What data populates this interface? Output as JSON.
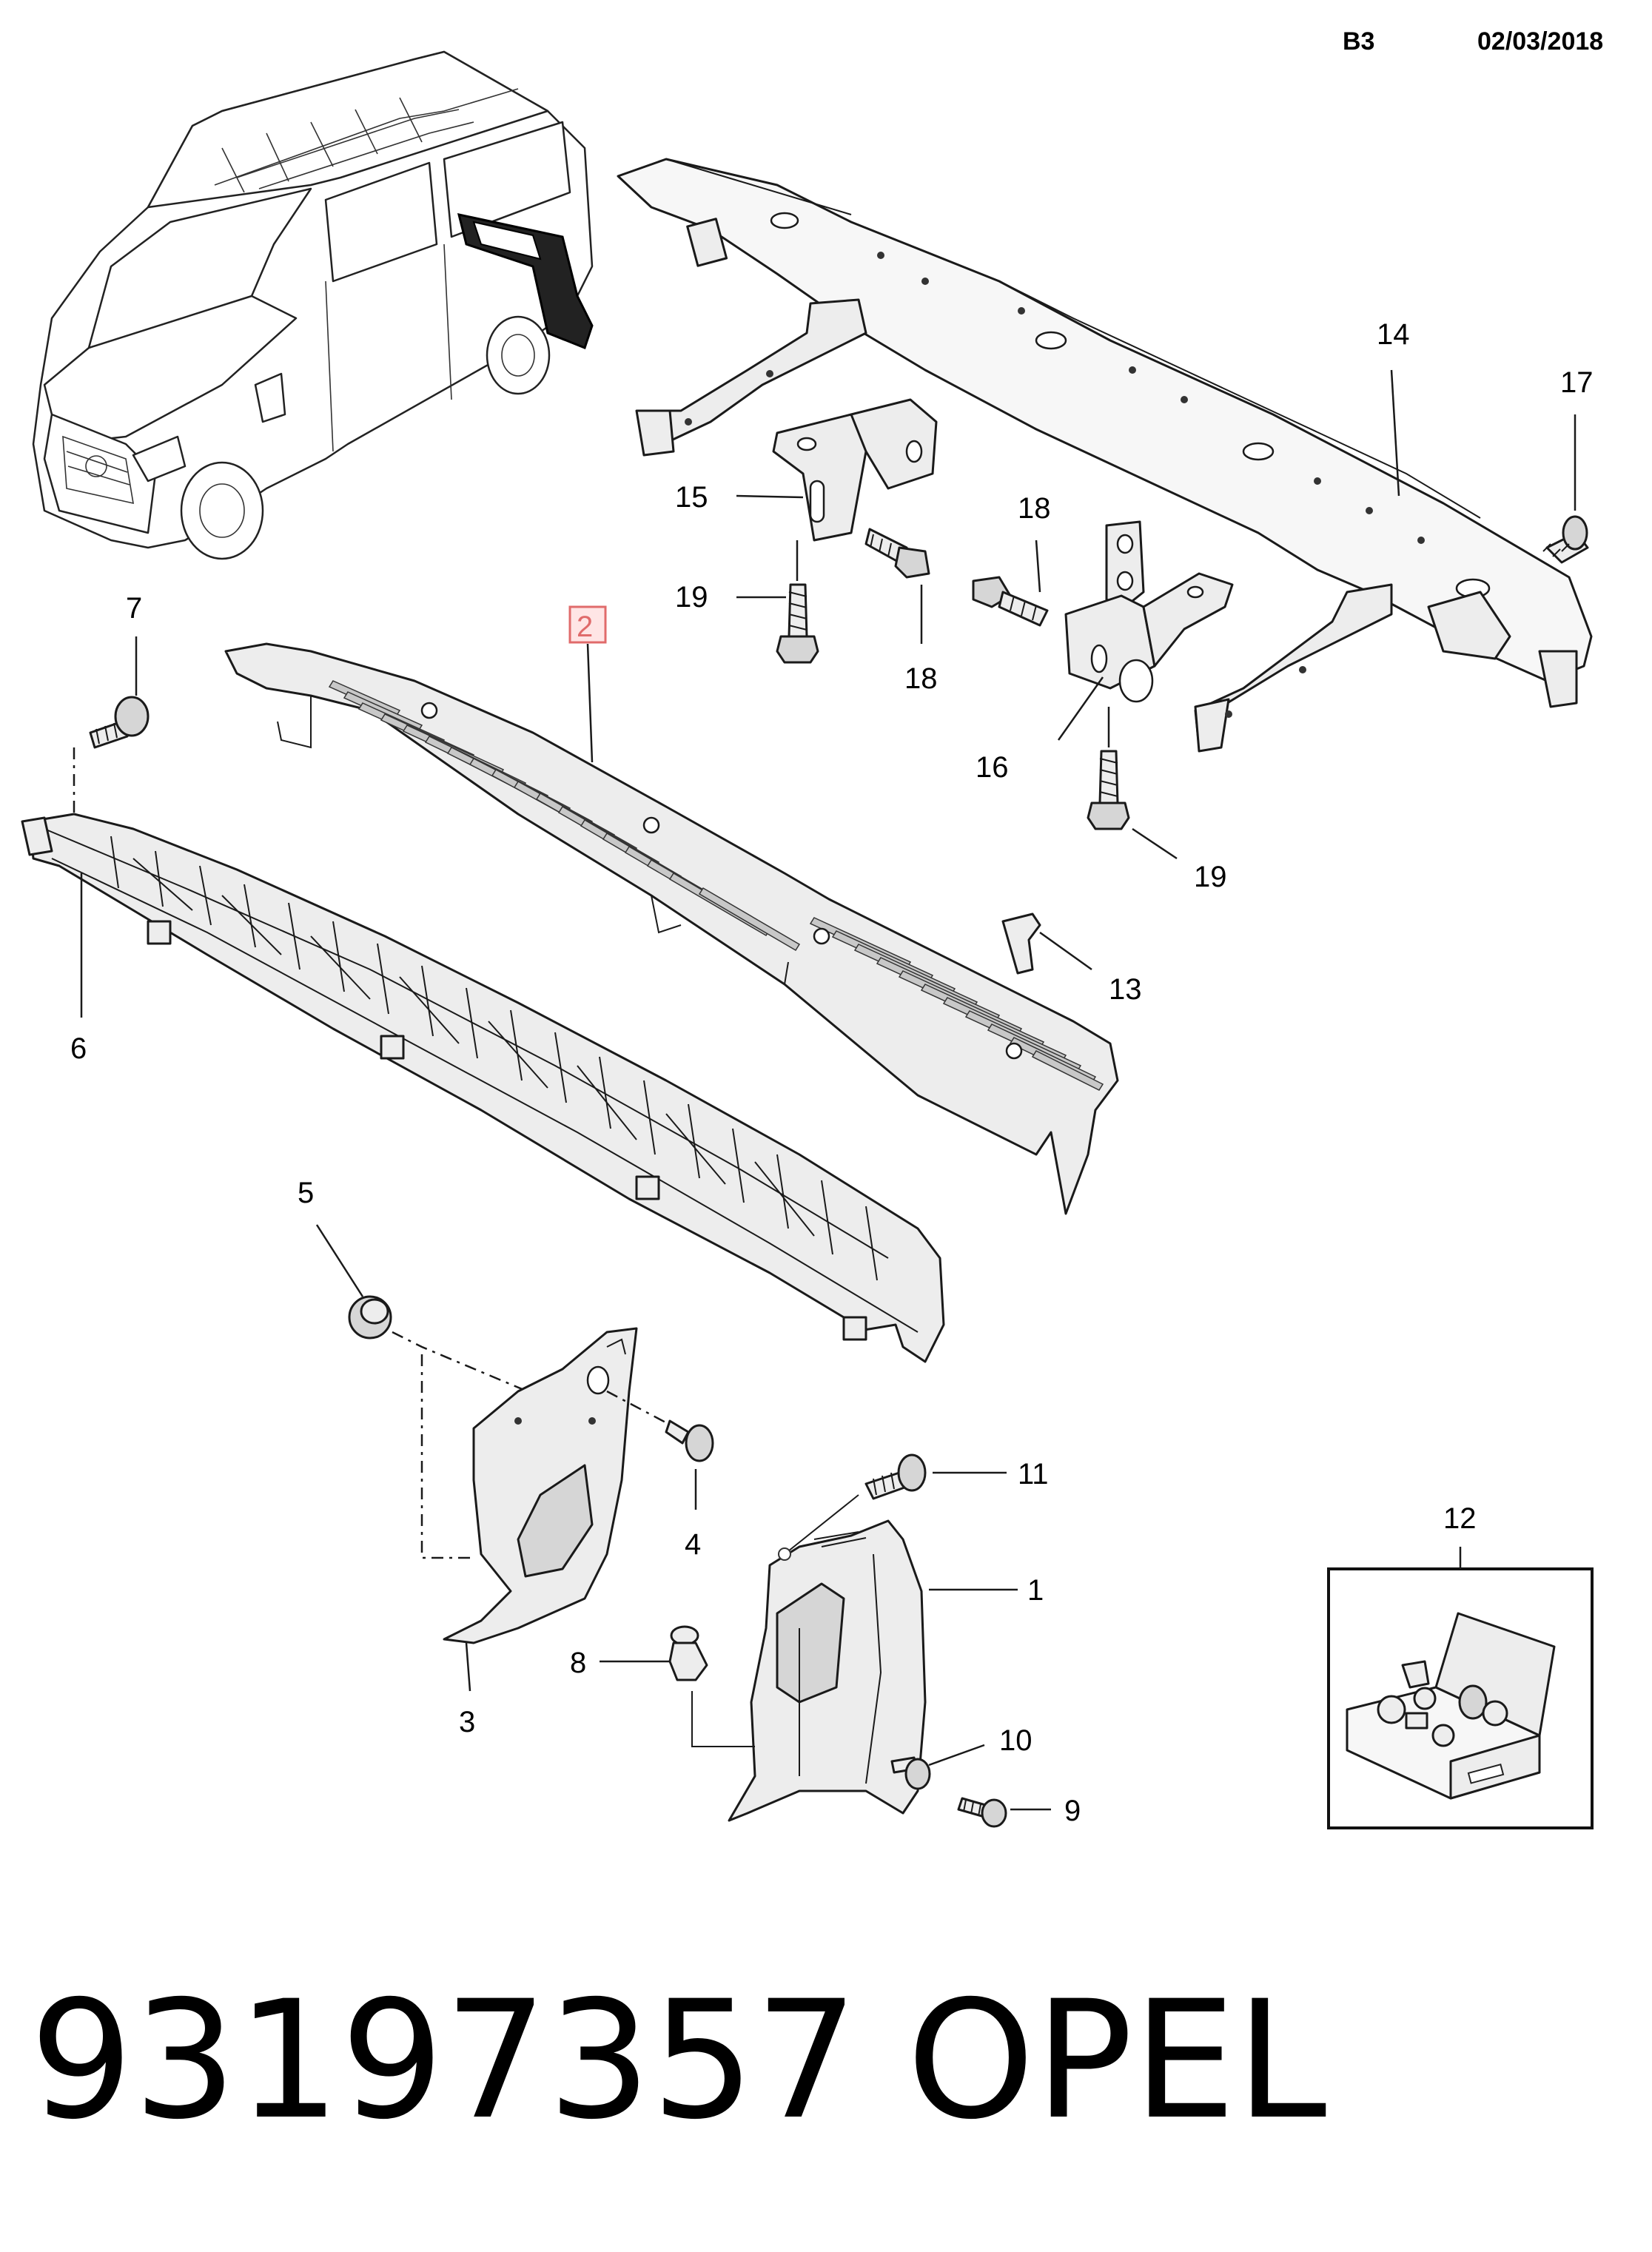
{
  "header": {
    "page_code": "B3",
    "date": "02/03/2018"
  },
  "footer": {
    "part_number": "93197357",
    "brand": "OPEL"
  },
  "callouts": {
    "c1": "1",
    "c2": "2",
    "c3": "3",
    "c4": "4",
    "c5": "5",
    "c6": "6",
    "c7": "7",
    "c8": "8",
    "c9": "9",
    "c10": "10",
    "c11": "11",
    "c12": "12",
    "c13": "13",
    "c14": "14",
    "c15": "15",
    "c16": "16",
    "c17": "17",
    "c18a": "18",
    "c18b": "18",
    "c19a": "19",
    "c19b": "19"
  },
  "highlighted_callout": "2",
  "colors": {
    "highlight_box": "#e06b6b",
    "line": "#1a1a1a",
    "part_fill": "#ededed"
  }
}
